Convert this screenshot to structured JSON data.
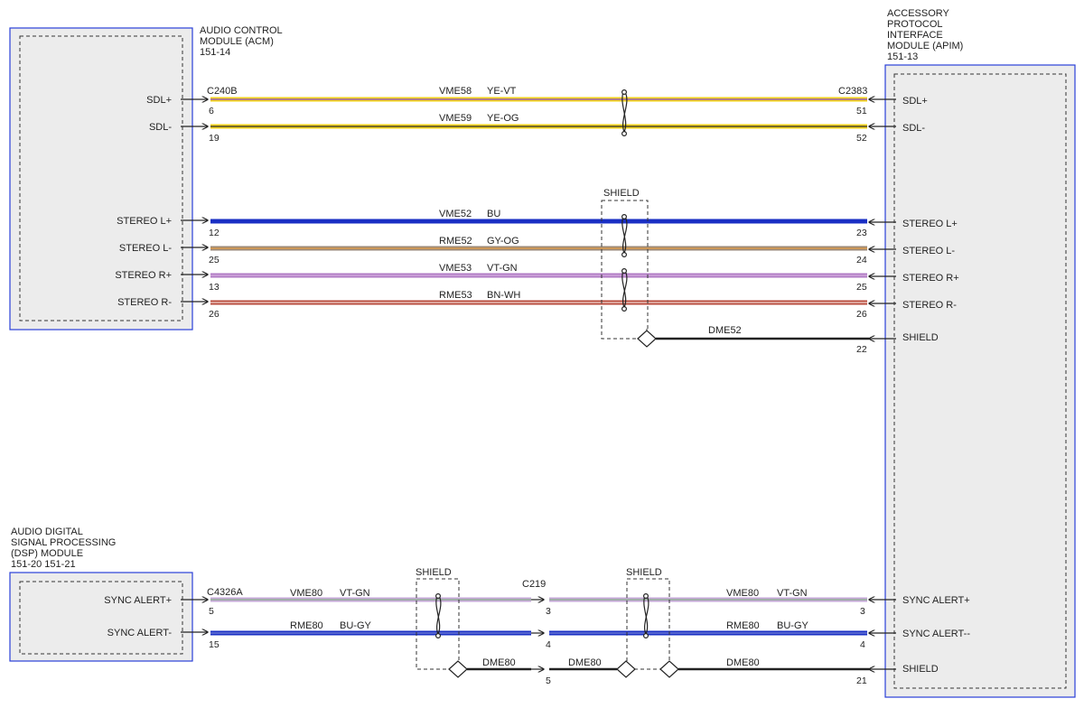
{
  "acm": {
    "title_lines": [
      "AUDIO CONTROL",
      "MODULE (ACM)",
      "151-14"
    ],
    "signals": [
      "SDL+",
      "SDL-",
      "STEREO L+",
      "STEREO L-",
      "STEREO R+",
      "STEREO R-"
    ]
  },
  "apim": {
    "title_lines": [
      "ACCESSORY",
      "PROTOCOL",
      "INTERFACE",
      "MODULE (APIM)",
      "151-13"
    ],
    "signals": [
      "SDL+",
      "SDL-",
      "STEREO L+",
      "STEREO L-",
      "STEREO R+",
      "STEREO R-",
      "SHIELD",
      "SYNC ALERT+",
      "SYNC ALERT--",
      "SHIELD"
    ]
  },
  "dsp": {
    "title_lines": [
      "AUDIO DIGITAL",
      "SIGNAL PROCESSING",
      "(DSP) MODULE",
      "151-20   151-21"
    ],
    "signals": [
      "SYNC ALERT+",
      "SYNC ALERT-"
    ]
  },
  "connectors": {
    "acm": "C240B",
    "apim": "C2383",
    "dsp": "C4326A",
    "inline": "C219"
  },
  "shield_label": "SHIELD",
  "wires_top": [
    {
      "circuit": "VME58",
      "color_code": "YE-VT",
      "pin_left": "6",
      "pin_right": "51",
      "stripe1": "#f2d21b",
      "stripe2": "#9a5fb0"
    },
    {
      "circuit": "VME59",
      "color_code": "YE-OG",
      "pin_left": "19",
      "pin_right": "52",
      "stripe1": "#f2d21b",
      "stripe2": "#e8a23a"
    },
    {
      "circuit": "VME52",
      "color_code": "BU",
      "pin_left": "12",
      "pin_right": "23",
      "stripe1": "#1a2fc4",
      "stripe2": "#1a2fc4"
    },
    {
      "circuit": "RME52",
      "color_code": "GY-OG",
      "pin_left": "25",
      "pin_right": "24",
      "stripe1": "#9c8a78",
      "stripe2": "#d99a4e"
    },
    {
      "circuit": "VME53",
      "color_code": "VT-GN",
      "pin_left": "13",
      "pin_right": "25",
      "stripe1": "#b07bc4",
      "stripe2": "#cfa8dc"
    },
    {
      "circuit": "RME53",
      "color_code": "BN-WH",
      "pin_left": "26",
      "pin_right": "26",
      "stripe1": "#b84b3c",
      "stripe2": "#e8c0b8"
    }
  ],
  "drain_top": {
    "circuit": "DME52",
    "pin": "22"
  },
  "wires_bottom": [
    {
      "circuit": "VME80",
      "color_code": "VT-GN",
      "pin_dsp": "5",
      "pin_c219": "3",
      "pin_apim": "3",
      "stripe1": "#c6a8d8",
      "stripe2": "#8ab28a"
    },
    {
      "circuit": "RME80",
      "color_code": "BU-GY",
      "pin_dsp": "15",
      "pin_c219": "4",
      "pin_apim": "4",
      "stripe1": "#1a2fc4",
      "stripe2": "#7a86d8"
    }
  ],
  "drain_bottom": {
    "circuit": "DME80",
    "pin_c219": "5",
    "pin_apim": "21"
  }
}
